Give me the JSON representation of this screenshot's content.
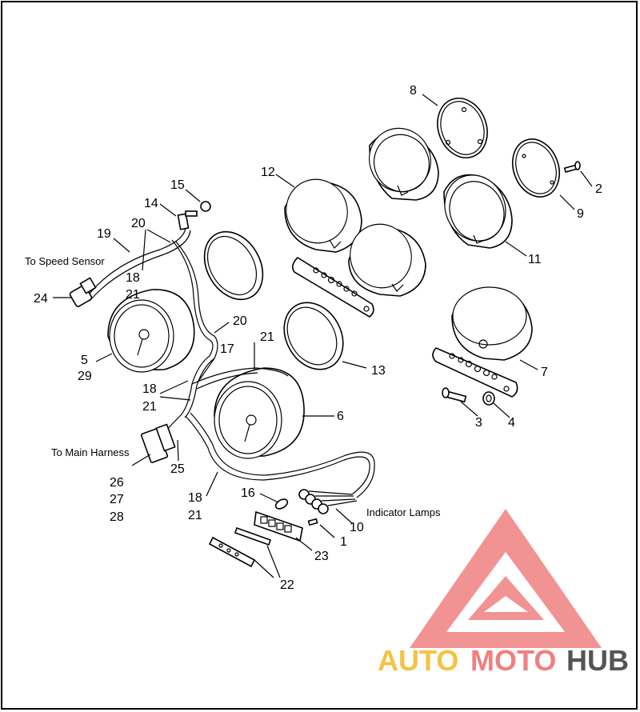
{
  "diagram": {
    "callouts": [
      {
        "id": "c1",
        "text": "1"
      },
      {
        "id": "c2",
        "text": "2"
      },
      {
        "id": "c3",
        "text": "3"
      },
      {
        "id": "c4",
        "text": "4"
      },
      {
        "id": "c5",
        "text": "5"
      },
      {
        "id": "c29",
        "text": "29"
      },
      {
        "id": "c6",
        "text": "6"
      },
      {
        "id": "c7",
        "text": "7"
      },
      {
        "id": "c8",
        "text": "8"
      },
      {
        "id": "c9",
        "text": "9"
      },
      {
        "id": "c10",
        "text": "10"
      },
      {
        "id": "c11",
        "text": "11"
      },
      {
        "id": "c12",
        "text": "12"
      },
      {
        "id": "c13",
        "text": "13"
      },
      {
        "id": "c14",
        "text": "14"
      },
      {
        "id": "c15",
        "text": "15"
      },
      {
        "id": "c16",
        "text": "16"
      },
      {
        "id": "c17",
        "text": "17"
      },
      {
        "id": "c18a",
        "text": "18"
      },
      {
        "id": "c18b",
        "text": "18"
      },
      {
        "id": "c18c",
        "text": "18"
      },
      {
        "id": "c19",
        "text": "19"
      },
      {
        "id": "c20a",
        "text": "20"
      },
      {
        "id": "c20b",
        "text": "20"
      },
      {
        "id": "c21a",
        "text": "21"
      },
      {
        "id": "c21b",
        "text": "21"
      },
      {
        "id": "c21c",
        "text": "21"
      },
      {
        "id": "c21d",
        "text": "21"
      },
      {
        "id": "c22",
        "text": "22"
      },
      {
        "id": "c23",
        "text": "23"
      },
      {
        "id": "c24",
        "text": "24"
      },
      {
        "id": "c25",
        "text": "25"
      },
      {
        "id": "c26",
        "text": "26"
      },
      {
        "id": "c27",
        "text": "27"
      },
      {
        "id": "c28",
        "text": "28"
      }
    ],
    "labels": {
      "speed_sensor": "To Speed Sensor",
      "main_harness": "To Main Harness",
      "indicator_lamps": "Indicator Lamps"
    }
  },
  "watermark": {
    "brand_part1": "AUTO",
    "brand_part2": "MOTO",
    "brand_part3": "HUB",
    "color_primary": "#f08080",
    "color_secondary": "#f5c242",
    "color_dark": "#555555"
  }
}
